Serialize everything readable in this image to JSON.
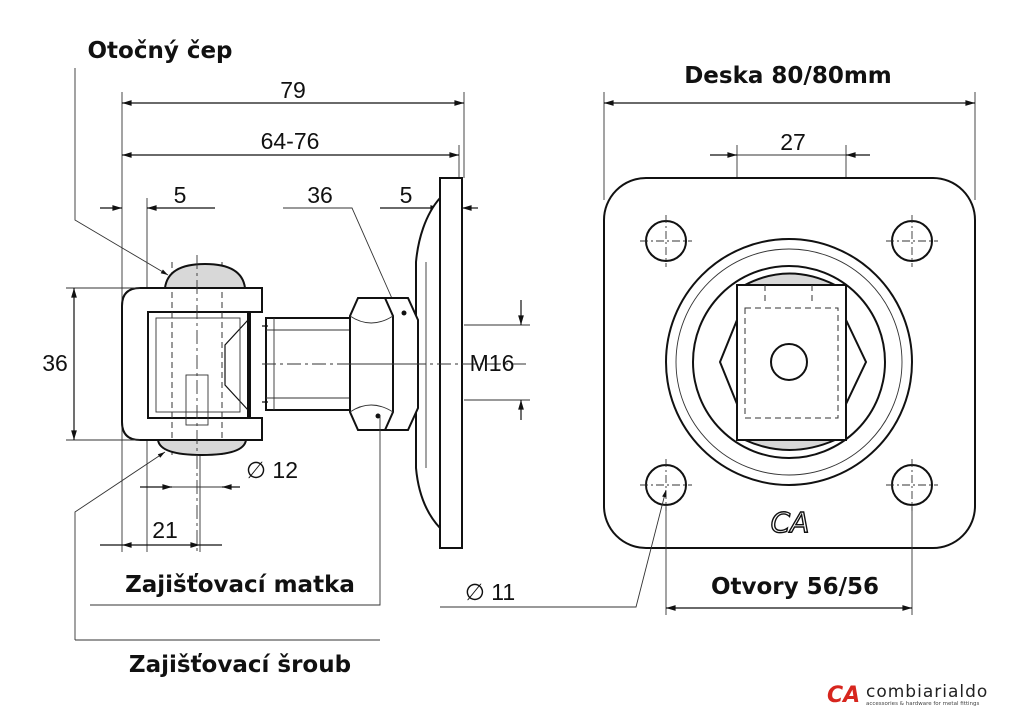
{
  "labels": {
    "pivot_pin": "Otočný čep",
    "lock_nut": "Zajišťovací matka",
    "lock_screw": "Zajišťovací šroub",
    "plate": "Deska 80/80mm",
    "holes": "Otvory 56/56"
  },
  "dimensions": {
    "overall_length": "79",
    "adjust_range": "64-76",
    "pin_offset": "5",
    "nut_size": "36",
    "plate_thickness": "5",
    "clevis_height": "36",
    "thread": "M16",
    "pin_diameter": "∅ 12",
    "clevis_depth": "21",
    "hole_diameter": "∅ 11",
    "top_width": "27"
  },
  "plate_logo": "CA",
  "brand": {
    "mark": "CA",
    "name": "combiarialdo",
    "tagline": "accessories & hardware for metal fittings",
    "color": "#d7261e"
  }
}
